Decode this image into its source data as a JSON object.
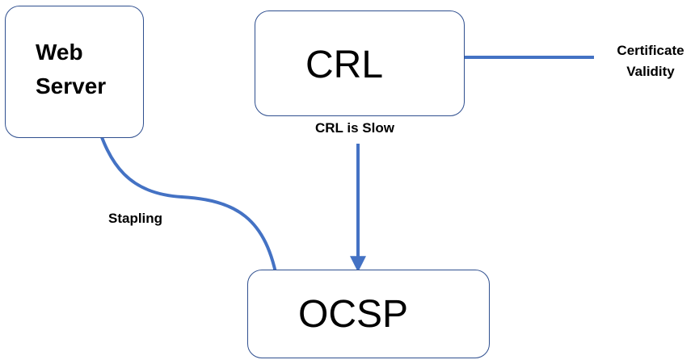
{
  "nodes": {
    "web_server": "Web\nServer",
    "crl": "CRL",
    "ocsp": "OCSP"
  },
  "edge_labels": {
    "certificate_validity": "Certificate\nValidity",
    "crl_is_slow": "CRL is Slow",
    "stapling": "Stapling"
  },
  "colors": {
    "box_border": "#2f4f8f",
    "arrow": "#4472c4",
    "text": "#000000"
  }
}
